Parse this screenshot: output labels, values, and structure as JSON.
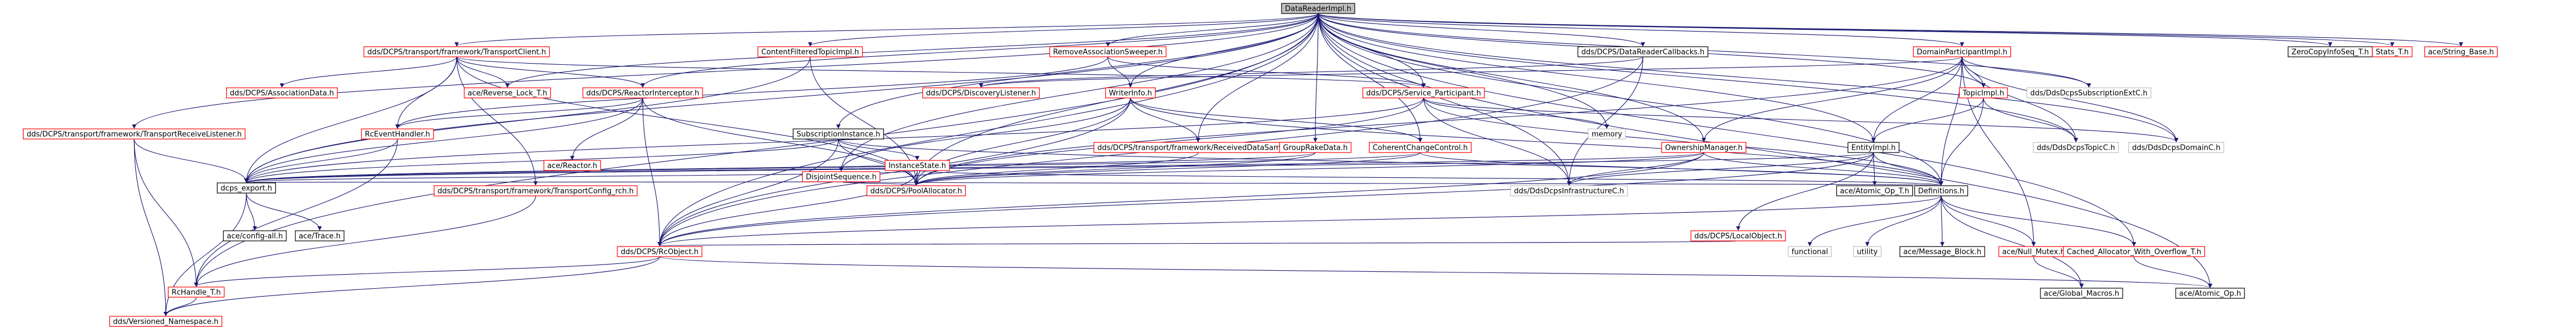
{
  "graph": {
    "colors": {
      "edge": "#191970",
      "root_fill": "#bfbfbf",
      "node_fill": "#ffffff",
      "border_red": "#ff0000",
      "border_black": "#000000",
      "border_gray": "#bfbfbf",
      "text": "#000000"
    },
    "nodes": [
      {
        "id": "root",
        "label": "DataReaderImpl.h",
        "style": "root"
      },
      {
        "id": "transport_client",
        "label": "dds/DCPS/transport/framework/TransportClient.h",
        "style": "red"
      },
      {
        "id": "cft_impl",
        "label": "ContentFilteredTopicImpl.h",
        "style": "red"
      },
      {
        "id": "remove_assoc",
        "label": "RemoveAssociationSweeper.h",
        "style": "red"
      },
      {
        "id": "dr_callbacks",
        "label": "dds/DCPS/DataReaderCallbacks.h",
        "style": "black"
      },
      {
        "id": "dp_impl",
        "label": "DomainParticipantImpl.h",
        "style": "red"
      },
      {
        "id": "zerocopy",
        "label": "ZeroCopyInfoSeq_T.h",
        "style": "black"
      },
      {
        "id": "stats",
        "label": "Stats_T.h",
        "style": "red"
      },
      {
        "id": "string_base",
        "label": "ace/String_Base.h",
        "style": "red"
      },
      {
        "id": "assoc_data",
        "label": "dds/DCPS/AssociationData.h",
        "style": "red"
      },
      {
        "id": "rev_lock",
        "label": "ace/Reverse_Lock_T.h",
        "style": "red"
      },
      {
        "id": "reactor_interceptor",
        "label": "dds/DCPS/ReactorInterceptor.h",
        "style": "red"
      },
      {
        "id": "discovery_listener",
        "label": "dds/DCPS/DiscoveryListener.h",
        "style": "red"
      },
      {
        "id": "writer_info",
        "label": "WriterInfo.h",
        "style": "red"
      },
      {
        "id": "service_participant",
        "label": "dds/DCPS/Service_Participant.h",
        "style": "red"
      },
      {
        "id": "topic_impl",
        "label": "TopicImpl.h",
        "style": "red"
      },
      {
        "id": "subscription_ext",
        "label": "dds/DdsDcpsSubscriptionExtC.h",
        "style": "gray"
      },
      {
        "id": "transport_receive_listener",
        "label": "dds/DCPS/transport/framework/TransportReceiveListener.h",
        "style": "red"
      },
      {
        "id": "rc_event_handler",
        "label": "RcEventHandler.h",
        "style": "red"
      },
      {
        "id": "subscription_instance",
        "label": "SubscriptionInstance.h",
        "style": "black"
      },
      {
        "id": "ace_reactor",
        "label": "ace/Reactor.h",
        "style": "red"
      },
      {
        "id": "instance_state",
        "label": "InstanceState.h",
        "style": "red"
      },
      {
        "id": "disjoint_sequence",
        "label": "DisjointSequence.h",
        "style": "red"
      },
      {
        "id": "received_data_sample",
        "label": "dds/DCPS/transport/framework/ReceivedDataSample.h",
        "style": "red"
      },
      {
        "id": "group_rake",
        "label": "GroupRakeData.h",
        "style": "red"
      },
      {
        "id": "coherent_change",
        "label": "CoherentChangeControl.h",
        "style": "red"
      },
      {
        "id": "memory",
        "label": "memory",
        "style": "gray"
      },
      {
        "id": "ownership_manager",
        "label": "OwnershipManager.h",
        "style": "red"
      },
      {
        "id": "entity_impl",
        "label": "EntityImpl.h",
        "style": "black"
      },
      {
        "id": "topic_c",
        "label": "dds/DdsDcpsTopicC.h",
        "style": "gray"
      },
      {
        "id": "domain_c",
        "label": "dds/DdsDcpsDomainC.h",
        "style": "gray"
      },
      {
        "id": "dcps_export",
        "label": "dcps_export.h",
        "style": "black"
      },
      {
        "id": "transport_config_rch",
        "label": "dds/DCPS/transport/framework/TransportConfig_rch.h",
        "style": "red"
      },
      {
        "id": "pool_allocator",
        "label": "dds/DCPS/PoolAllocator.h",
        "style": "red"
      },
      {
        "id": "infrastructure_c",
        "label": "dds/DdsDcpsInfrastructureC.h",
        "style": "gray"
      },
      {
        "id": "atomic_op_t",
        "label": "ace/Atomic_Op_T.h",
        "style": "black"
      },
      {
        "id": "definitions",
        "label": "Definitions.h",
        "style": "black"
      },
      {
        "id": "config_all",
        "label": "ace/config-all.h",
        "style": "black"
      },
      {
        "id": "ace_trace",
        "label": "ace/Trace.h",
        "style": "black"
      },
      {
        "id": "local_object",
        "label": "dds/DCPS/LocalObject.h",
        "style": "red"
      },
      {
        "id": "rc_object",
        "label": "dds/DCPS/RcObject.h",
        "style": "red"
      },
      {
        "id": "functional",
        "label": "functional",
        "style": "gray"
      },
      {
        "id": "utility",
        "label": "utility",
        "style": "gray"
      },
      {
        "id": "message_block",
        "label": "ace/Message_Block.h",
        "style": "black"
      },
      {
        "id": "null_mutex",
        "label": "ace/Null_Mutex.h",
        "style": "red"
      },
      {
        "id": "cached_allocator",
        "label": "Cached_Allocator_With_Overflow_T.h",
        "style": "red"
      },
      {
        "id": "rc_handle",
        "label": "RcHandle_T.h",
        "style": "red"
      },
      {
        "id": "global_macros",
        "label": "ace/Global_Macros.h",
        "style": "black"
      },
      {
        "id": "atomic_op",
        "label": "ace/Atomic_Op.h",
        "style": "black"
      },
      {
        "id": "versioned_namespace",
        "label": "dds/Versioned_Namespace.h",
        "style": "red"
      }
    ],
    "edges": [
      [
        "root",
        "transport_client"
      ],
      [
        "root",
        "cft_impl"
      ],
      [
        "root",
        "remove_assoc"
      ],
      [
        "root",
        "dr_callbacks"
      ],
      [
        "root",
        "dp_impl"
      ],
      [
        "root",
        "zerocopy"
      ],
      [
        "root",
        "stats"
      ],
      [
        "root",
        "string_base"
      ],
      [
        "root",
        "rev_lock"
      ],
      [
        "root",
        "reactor_interceptor"
      ],
      [
        "root",
        "service_participant"
      ],
      [
        "root",
        "writer_info"
      ],
      [
        "root",
        "transport_receive_listener"
      ],
      [
        "root",
        "subscription_instance"
      ],
      [
        "root",
        "disjoint_sequence"
      ],
      [
        "root",
        "received_data_sample"
      ],
      [
        "root",
        "group_rake"
      ],
      [
        "root",
        "coherent_change"
      ],
      [
        "root",
        "memory"
      ],
      [
        "root",
        "ownership_manager"
      ],
      [
        "root",
        "entity_impl"
      ],
      [
        "root",
        "topic_impl"
      ],
      [
        "root",
        "definitions"
      ],
      [
        "root",
        "cached_allocator"
      ],
      [
        "root",
        "atomic_op"
      ],
      [
        "root",
        "rc_handle"
      ],
      [
        "root",
        "dcps_export"
      ],
      [
        "root",
        "pool_allocator"
      ],
      [
        "root",
        "rc_object"
      ],
      [
        "root",
        "infrastructure_c"
      ],
      [
        "root",
        "subscription_ext"
      ],
      [
        "root",
        "topic_c"
      ],
      [
        "root",
        "domain_c"
      ],
      [
        "transport_client",
        "assoc_data"
      ],
      [
        "transport_client",
        "rev_lock"
      ],
      [
        "transport_client",
        "reactor_interceptor"
      ],
      [
        "transport_client",
        "service_participant"
      ],
      [
        "transport_client",
        "rc_event_handler"
      ],
      [
        "transport_client",
        "dcps_export"
      ],
      [
        "transport_client",
        "transport_config_rch"
      ],
      [
        "transport_client",
        "pool_allocator"
      ],
      [
        "cft_impl",
        "pool_allocator"
      ],
      [
        "cft_impl",
        "dcps_export"
      ],
      [
        "remove_assoc",
        "writer_info"
      ],
      [
        "remove_assoc",
        "service_participant"
      ],
      [
        "remove_assoc",
        "rc_event_handler"
      ],
      [
        "dr_callbacks",
        "discovery_listener"
      ],
      [
        "dr_callbacks",
        "infrastructure_c"
      ],
      [
        "dr_callbacks",
        "rc_object"
      ],
      [
        "dp_impl",
        "discovery_listener"
      ],
      [
        "dp_impl",
        "topic_impl"
      ],
      [
        "dp_impl",
        "subscription_ext"
      ],
      [
        "dp_impl",
        "entity_impl"
      ],
      [
        "dp_impl",
        "ownership_manager"
      ],
      [
        "dp_impl",
        "topic_c"
      ],
      [
        "dp_impl",
        "domain_c"
      ],
      [
        "dp_impl",
        "definitions"
      ],
      [
        "dp_impl",
        "null_mutex"
      ],
      [
        "dp_impl",
        "pool_allocator"
      ],
      [
        "reactor_interceptor",
        "rc_event_handler"
      ],
      [
        "reactor_interceptor",
        "ace_reactor"
      ],
      [
        "reactor_interceptor",
        "rc_object"
      ],
      [
        "reactor_interceptor",
        "pool_allocator"
      ],
      [
        "reactor_interceptor",
        "dcps_export"
      ],
      [
        "writer_info",
        "disjoint_sequence"
      ],
      [
        "writer_info",
        "received_data_sample"
      ],
      [
        "writer_info",
        "coherent_change"
      ],
      [
        "writer_info",
        "definitions"
      ],
      [
        "writer_info",
        "pool_allocator"
      ],
      [
        "writer_info",
        "rc_object"
      ],
      [
        "service_participant",
        "memory"
      ],
      [
        "service_participant",
        "definitions"
      ],
      [
        "service_participant",
        "infrastructure_c"
      ],
      [
        "service_participant",
        "domain_c"
      ],
      [
        "service_participant",
        "pool_allocator"
      ],
      [
        "service_participant",
        "dcps_export"
      ],
      [
        "topic_impl",
        "topic_c"
      ],
      [
        "topic_impl",
        "entity_impl"
      ],
      [
        "topic_impl",
        "definitions"
      ],
      [
        "transport_receive_listener",
        "dcps_export"
      ],
      [
        "transport_receive_listener",
        "rc_handle"
      ],
      [
        "transport_receive_listener",
        "versioned_namespace"
      ],
      [
        "rc_event_handler",
        "rc_handle"
      ],
      [
        "rc_event_handler",
        "dcps_export"
      ],
      [
        "subscription_instance",
        "instance_state"
      ],
      [
        "subscription_instance",
        "definitions"
      ],
      [
        "subscription_instance",
        "pool_allocator"
      ],
      [
        "subscription_instance",
        "rc_object"
      ],
      [
        "subscription_instance",
        "dcps_export"
      ],
      [
        "instance_state",
        "definitions"
      ],
      [
        "instance_state",
        "pool_allocator"
      ],
      [
        "instance_state",
        "rc_object"
      ],
      [
        "instance_state",
        "dcps_export"
      ],
      [
        "disjoint_sequence",
        "dcps_export"
      ],
      [
        "disjoint_sequence",
        "pool_allocator"
      ],
      [
        "disjoint_sequence",
        "definitions"
      ],
      [
        "received_data_sample",
        "pool_allocator"
      ],
      [
        "group_rake",
        "pool_allocator"
      ],
      [
        "group_rake",
        "dcps_export"
      ],
      [
        "coherent_change",
        "definitions"
      ],
      [
        "coherent_change",
        "dcps_export"
      ],
      [
        "coherent_change",
        "pool_allocator"
      ],
      [
        "ownership_manager",
        "definitions"
      ],
      [
        "ownership_manager",
        "infrastructure_c"
      ],
      [
        "ownership_manager",
        "pool_allocator"
      ],
      [
        "ownership_manager",
        "rc_object"
      ],
      [
        "ownership_manager",
        "dcps_export"
      ],
      [
        "entity_impl",
        "atomic_op_t"
      ],
      [
        "entity_impl",
        "definitions"
      ],
      [
        "entity_impl",
        "local_object"
      ],
      [
        "entity_impl",
        "infrastructure_c"
      ],
      [
        "entity_impl",
        "rc_object"
      ],
      [
        "entity_impl",
        "dcps_export"
      ],
      [
        "dcps_export",
        "config_all"
      ],
      [
        "dcps_export",
        "ace_trace"
      ],
      [
        "dcps_export",
        "versioned_namespace"
      ],
      [
        "transport_config_rch",
        "rc_handle"
      ],
      [
        "definitions",
        "functional"
      ],
      [
        "definitions",
        "utility"
      ],
      [
        "definitions",
        "message_block"
      ],
      [
        "definitions",
        "null_mutex"
      ],
      [
        "definitions",
        "cached_allocator"
      ],
      [
        "definitions",
        "global_macros"
      ],
      [
        "definitions",
        "rc_object"
      ],
      [
        "null_mutex",
        "global_macros"
      ],
      [
        "cached_allocator",
        "atomic_op"
      ],
      [
        "rc_object",
        "rc_handle"
      ],
      [
        "rc_object",
        "atomic_op"
      ],
      [
        "rc_object",
        "versioned_namespace"
      ],
      [
        "rc_handle",
        "versioned_namespace"
      ],
      [
        "local_object",
        "rc_object"
      ]
    ]
  }
}
